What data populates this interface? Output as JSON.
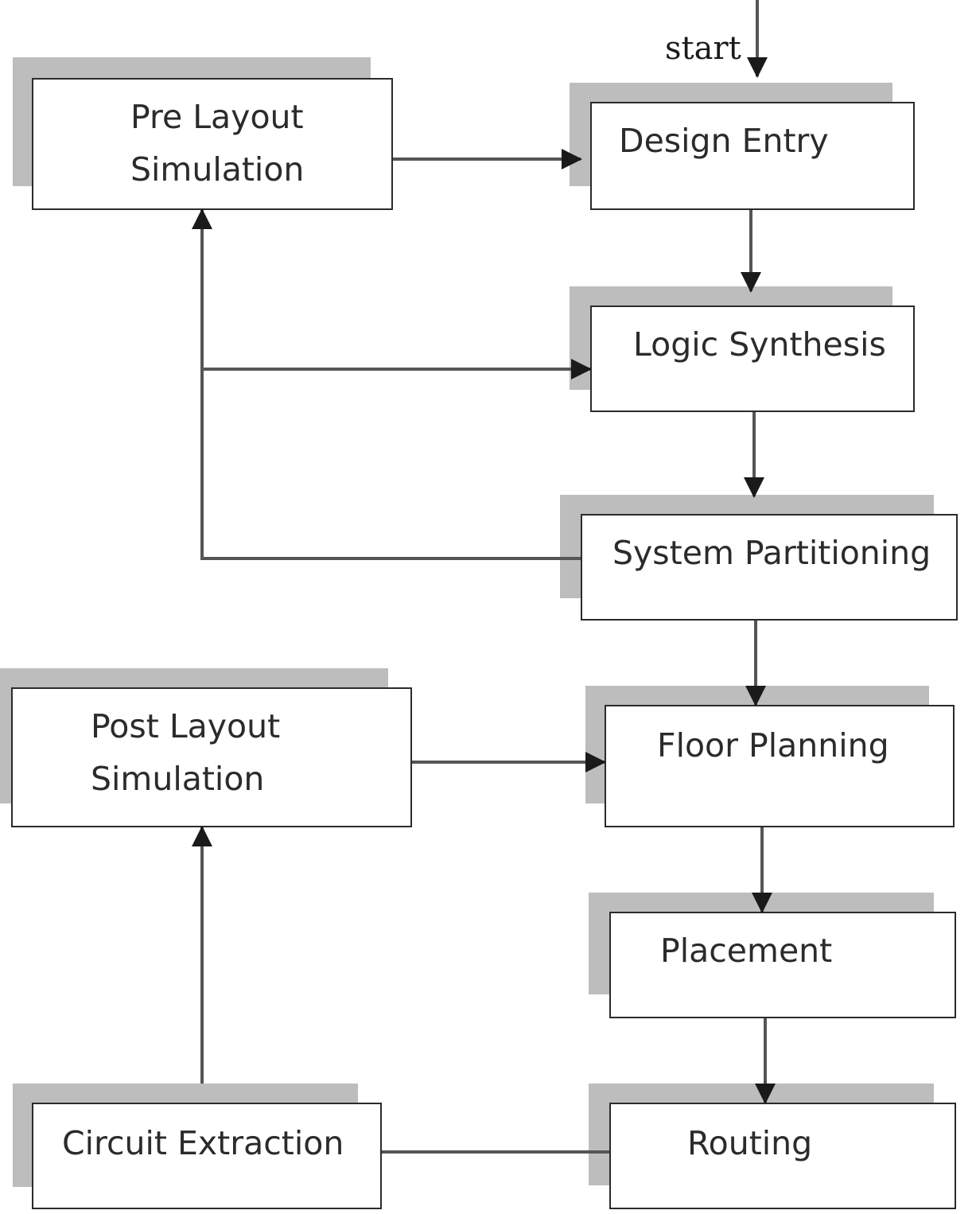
{
  "start_label": "start",
  "nodes": {
    "pre_layout_simulation": "Pre Layout\nSimulation",
    "design_entry": "Design Entry",
    "logic_synthesis": "Logic Synthesis",
    "system_partitioning": "System Partitioning",
    "post_layout_simulation": "Post Layout\nSimulation",
    "floor_planning": "Floor Planning",
    "placement": "Placement",
    "circuit_extraction": "Circuit Extraction",
    "routing": "Routing"
  },
  "edges": [
    {
      "from": "start",
      "to": "design_entry"
    },
    {
      "from": "design_entry",
      "to": "logic_synthesis"
    },
    {
      "from": "logic_synthesis",
      "to": "system_partitioning"
    },
    {
      "from": "system_partitioning",
      "to": "floor_planning"
    },
    {
      "from": "floor_planning",
      "to": "placement"
    },
    {
      "from": "placement",
      "to": "routing"
    },
    {
      "from": "pre_layout_simulation",
      "to": "design_entry"
    },
    {
      "from": "system_partitioning",
      "to": "pre_layout_simulation"
    },
    {
      "from": "system_partitioning",
      "to": "logic_synthesis"
    },
    {
      "from": "post_layout_simulation",
      "to": "floor_planning"
    },
    {
      "from": "routing",
      "to": "circuit_extraction"
    },
    {
      "from": "circuit_extraction",
      "to": "post_layout_simulation"
    }
  ],
  "colors": {
    "line": "#2b2b2b",
    "shadow": "#bdbdbd",
    "box_fill": "#ffffff"
  }
}
